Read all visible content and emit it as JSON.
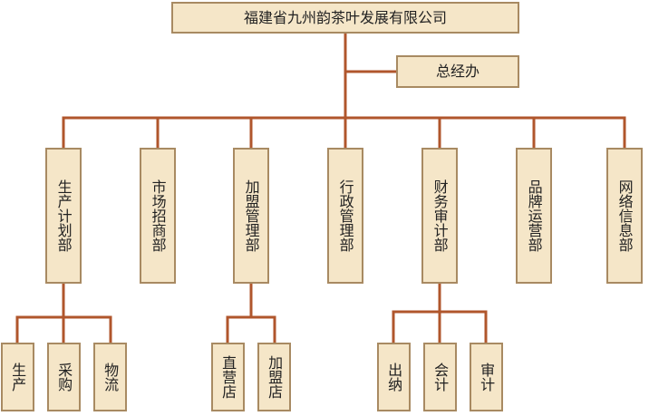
{
  "company": "福建省九州韵茶叶发展有限公司",
  "office": "总经办",
  "departments": [
    {
      "label": "生产计划部"
    },
    {
      "label": "市场招商部"
    },
    {
      "label": "加盟管理部"
    },
    {
      "label": "行政管理部"
    },
    {
      "label": "财务审计部"
    },
    {
      "label": "品牌运营部"
    },
    {
      "label": "网络信息部"
    }
  ],
  "sub_units": {
    "production": [
      "生产",
      "采购",
      "物流"
    ],
    "franchise": [
      "直营店",
      "加盟店"
    ],
    "finance": [
      "出纳",
      "会计",
      "审计"
    ]
  },
  "colors": {
    "line": "#b0562c",
    "box_fill": "#f5e6c8",
    "box_border": "#a88a62"
  }
}
